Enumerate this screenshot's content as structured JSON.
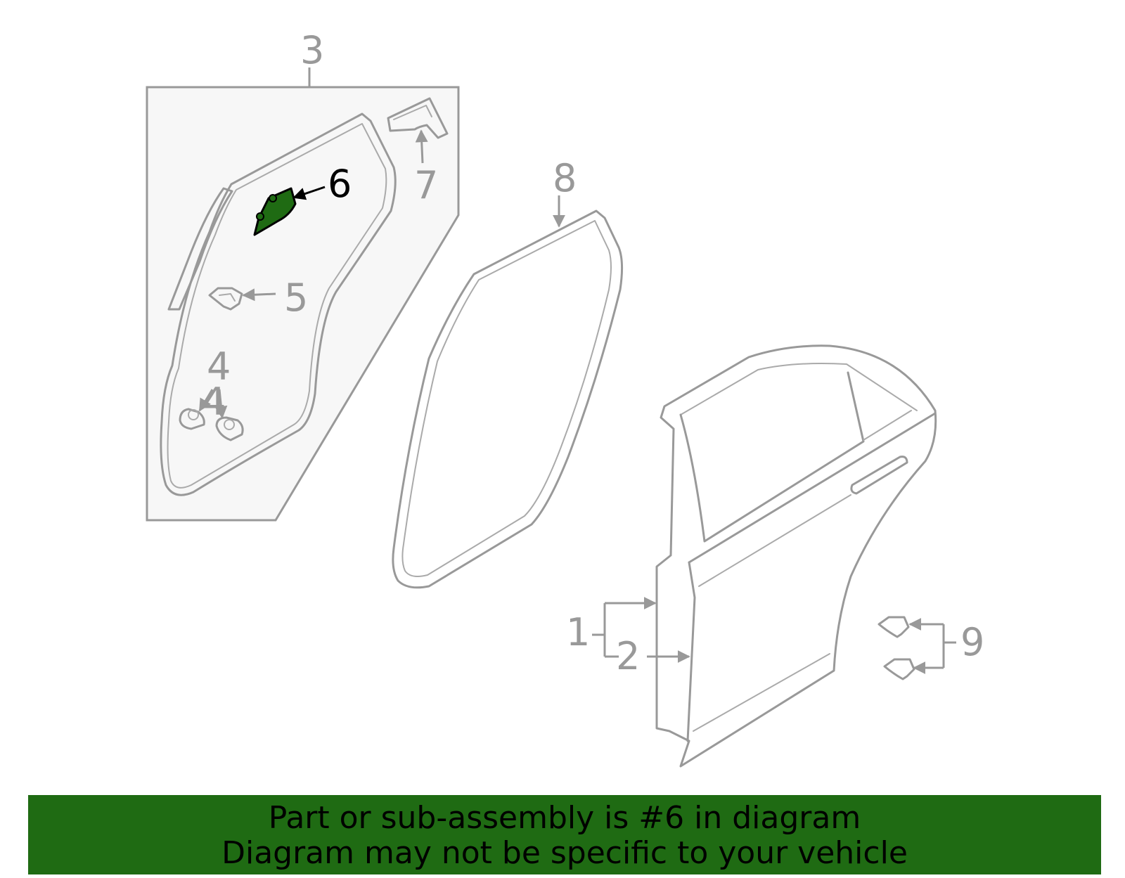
{
  "callouts": {
    "c1": "1",
    "c2": "2",
    "c3": "3",
    "c4a": "4",
    "c4b": "4",
    "c5": "5",
    "c6": "6",
    "c7": "7",
    "c8": "8",
    "c9": "9"
  },
  "highlighted_part": "6",
  "colors": {
    "highlight": "#1f6b13",
    "line": "#999999",
    "inset_background": "#f7f7f7"
  },
  "banner": {
    "line1": "Part or sub-assembly is #6 in diagram",
    "line2": "Diagram may not be specific to your vehicle"
  }
}
